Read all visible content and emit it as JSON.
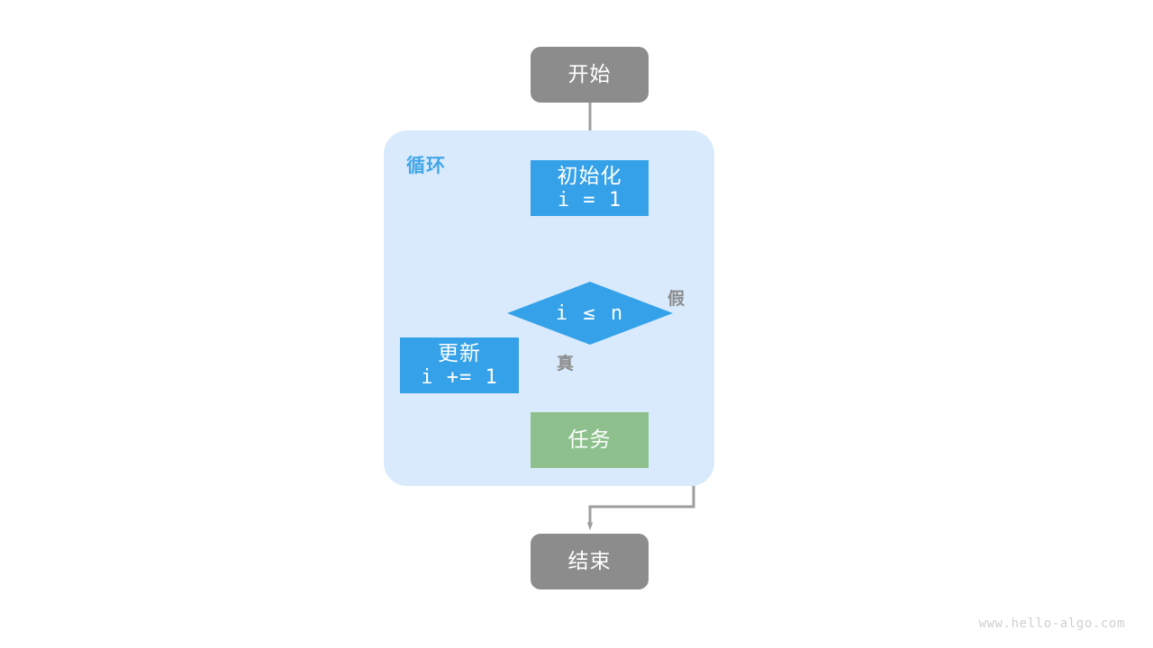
{
  "diagram": {
    "title": "for-loop-flowchart",
    "colors": {
      "terminator": "#8c8c8c",
      "process": "#35a1e8",
      "task": "#8dc08d",
      "container": "#d8eafb",
      "container_label": "#43a6e8",
      "edge": "#9e9e9e",
      "text_on_shape": "#ffffff",
      "watermark": "#cfcfcf",
      "background": "#ffffff"
    },
    "container": {
      "label": "循环"
    },
    "nodes": {
      "start": {
        "label": "开始"
      },
      "init": {
        "title": "初始化",
        "code": "i = 1"
      },
      "decision": {
        "condition": "i ≤ n"
      },
      "update": {
        "title": "更新",
        "code": "i += 1"
      },
      "task": {
        "label": "任务"
      },
      "end": {
        "label": "结束"
      }
    },
    "branch_labels": {
      "true": "真",
      "false": "假"
    },
    "watermark": "www.hello-algo.com"
  }
}
